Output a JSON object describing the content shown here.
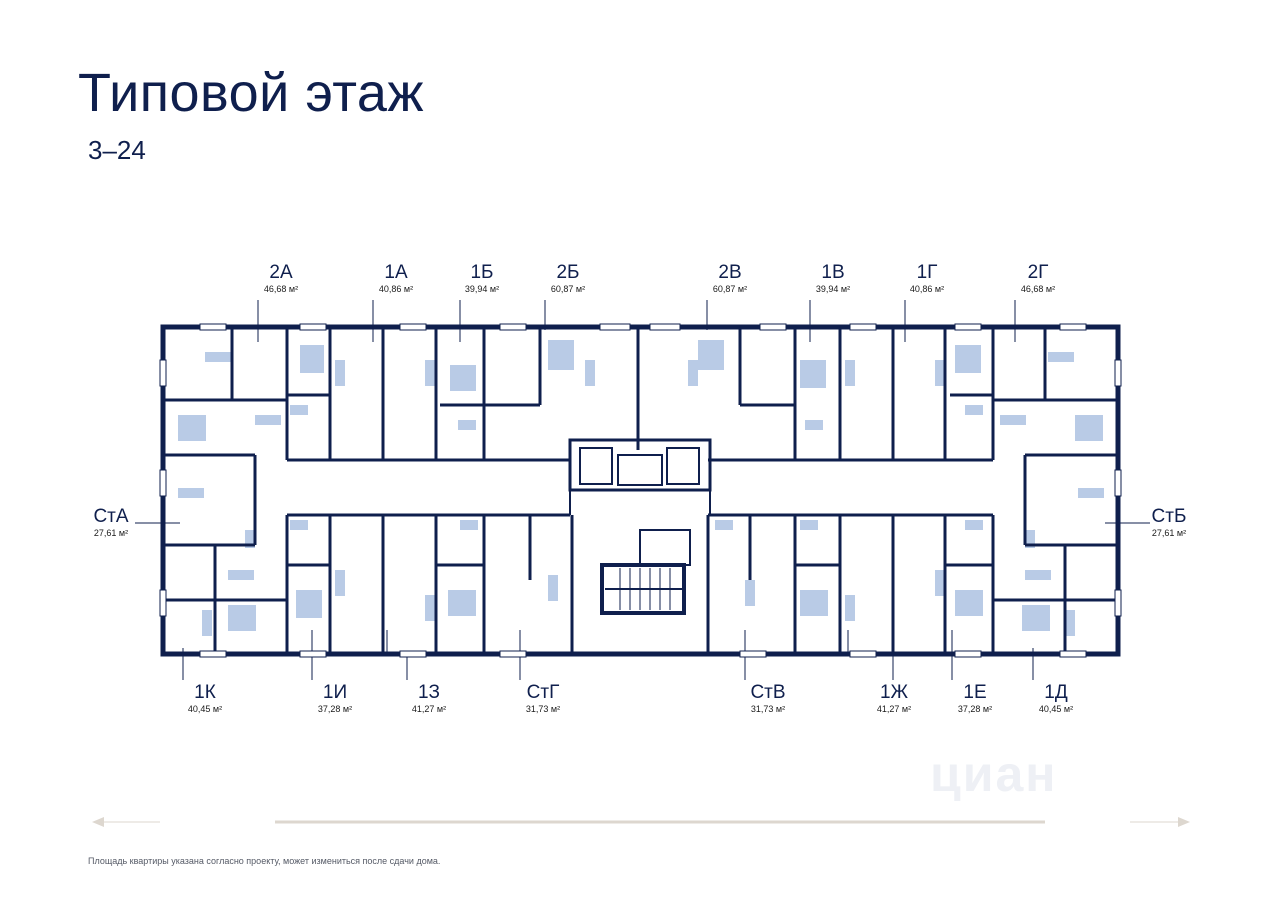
{
  "header": {
    "title": "Типовой этаж",
    "subtitle": "3–24"
  },
  "apartments_top": [
    {
      "code": "2А",
      "area": "46,68 м²"
    },
    {
      "code": "1А",
      "area": "40,86 м²"
    },
    {
      "code": "1Б",
      "area": "39,94 м²"
    },
    {
      "code": "2Б",
      "area": "60,87 м²"
    },
    {
      "code": "2В",
      "area": "60,87 м²"
    },
    {
      "code": "1В",
      "area": "39,94 м²"
    },
    {
      "code": "1Г",
      "area": "40,86 м²"
    },
    {
      "code": "2Г",
      "area": "46,68 м²"
    }
  ],
  "apartments_side": [
    {
      "code": "СтА",
      "area": "27,61 м²"
    },
    {
      "code": "СтБ",
      "area": "27,61 м²"
    }
  ],
  "apartments_bottom": [
    {
      "code": "1К",
      "area": "40,45 м²"
    },
    {
      "code": "1И",
      "area": "37,28 м²"
    },
    {
      "code": "1З",
      "area": "41,27 м²"
    },
    {
      "code": "СтГ",
      "area": "31,73 м²"
    },
    {
      "code": "СтВ",
      "area": "31,73 м²"
    },
    {
      "code": "1Ж",
      "area": "41,27 м²"
    },
    {
      "code": "1Е",
      "area": "37,28 м²"
    },
    {
      "code": "1Д",
      "area": "40,45 м²"
    }
  ],
  "footnote": "Площадь квартиры указана согласно проекту, может измениться после сдачи дома.",
  "watermark": "циан",
  "colors": {
    "wall": "#0f1f4d",
    "furniture": "#b9cbe6",
    "text": "#0f1f4d"
  }
}
